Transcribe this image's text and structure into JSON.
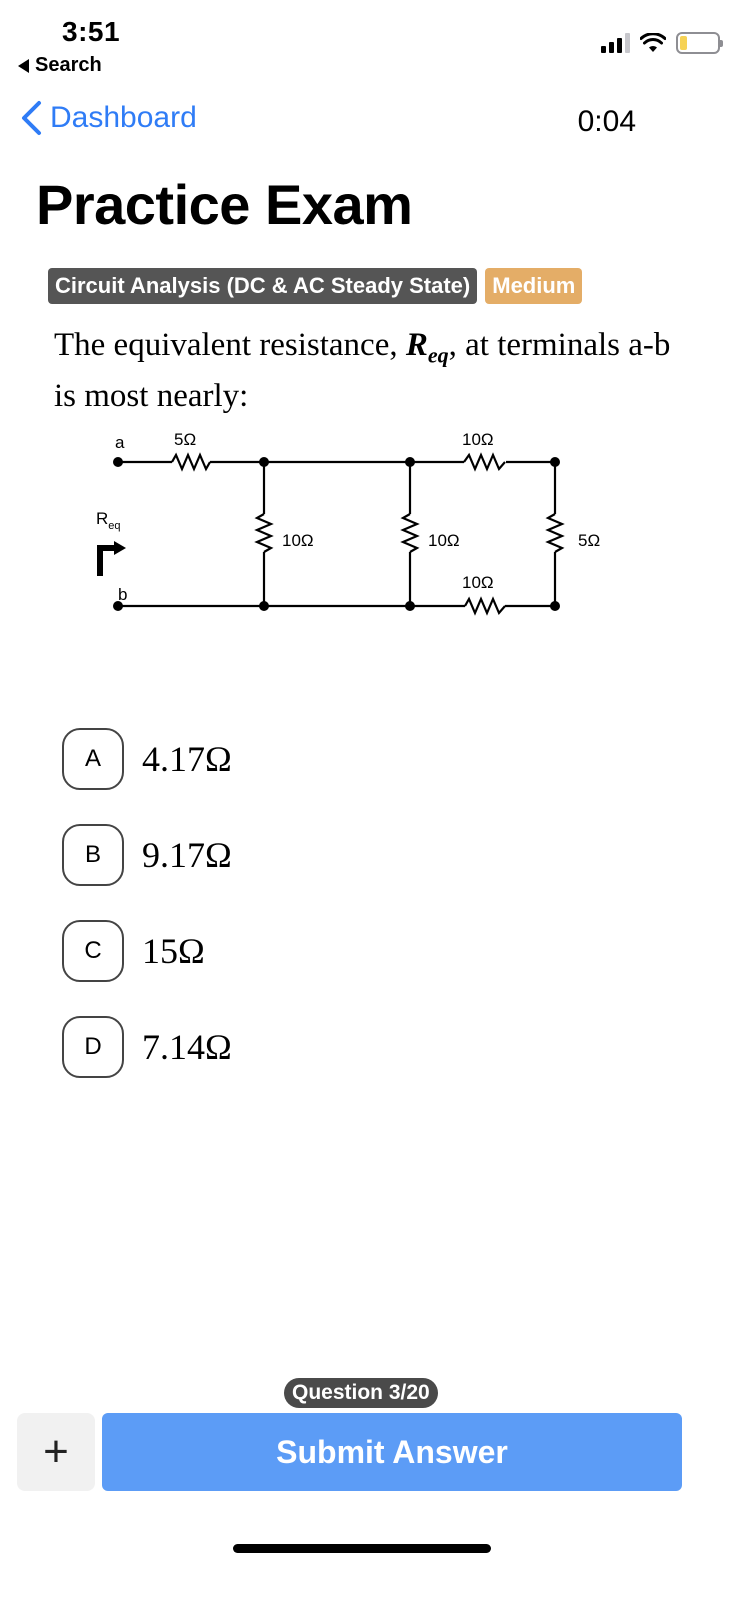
{
  "status_bar": {
    "time": "3:51",
    "back_app": "Search",
    "icons": [
      "cellular-signal-icon",
      "wifi-icon",
      "battery-icon"
    ],
    "battery_level": 0.2
  },
  "nav": {
    "back_label": "Dashboard",
    "timer": "0:04"
  },
  "page_title": "Practice Exam",
  "tags": {
    "topic": "Circuit Analysis (DC & AC Steady State)",
    "difficulty": "Medium"
  },
  "question": {
    "text_before": "The equivalent resistance, ",
    "var_main": "R",
    "var_sub": "eq",
    "text_after": ", at terminals a-b is most nearly:"
  },
  "circuit": {
    "terminal_a": "a",
    "terminal_b": "b",
    "req_main": "R",
    "req_sub": "eq",
    "r_top_left": "5Ω",
    "r_shunt_1": "10Ω",
    "r_shunt_2": "10Ω",
    "r_top_right": "10Ω",
    "r_bottom_right": "10Ω",
    "r_shunt_3": "5Ω"
  },
  "options": [
    {
      "letter": "A",
      "value": "4.17Ω"
    },
    {
      "letter": "B",
      "value": "9.17Ω"
    },
    {
      "letter": "C",
      "value": "15Ω"
    },
    {
      "letter": "D",
      "value": "7.14Ω"
    }
  ],
  "footer": {
    "question_count": "Question 3/20",
    "plus_label": "+",
    "submit_label": "Submit Answer"
  },
  "colors": {
    "accent": "#2f7cf6",
    "submit": "#5c9cf6",
    "topic_tag": "#555555",
    "difficulty_tag": "#e4ad67"
  }
}
